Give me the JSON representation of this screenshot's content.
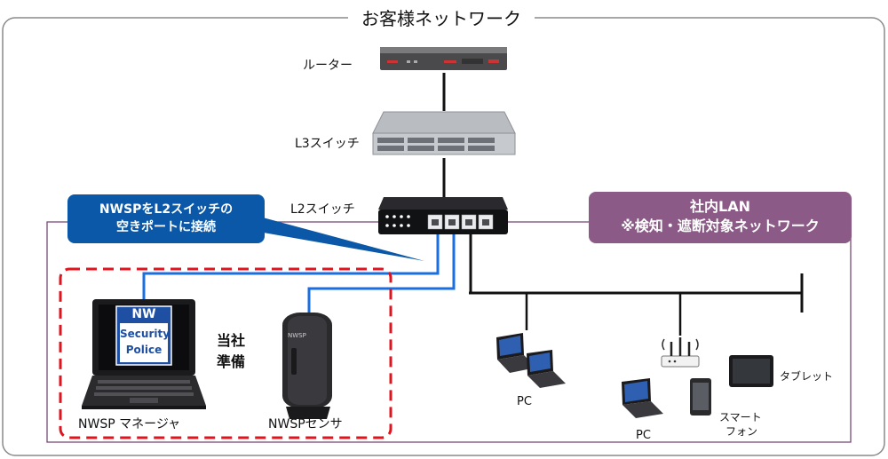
{
  "title": "お客様ネットワーク",
  "devices": {
    "router": "ルーター",
    "l3_switch": "L3スイッチ",
    "l2_switch": "L2スイッチ"
  },
  "callout_connect": {
    "line1": "NWSPをL2スイッチの",
    "line2": "空きポートに接続"
  },
  "callout_lan": {
    "line1": "社内LAN",
    "line2": "※検知・遮断対象ネットワーク"
  },
  "prepared": {
    "line1": "当社",
    "line2": "準備"
  },
  "manager_label": "NWSP マネージャ",
  "sensor_label": "NWSPセンサ",
  "screen_logo": {
    "line1": "NW",
    "line2": "Security",
    "line3": "Police"
  },
  "sensor_brand": "NWSP",
  "endpoints": {
    "pc_left": "PC",
    "pc_right": "PC",
    "smartphone_line1": "スマート",
    "smartphone_line2": "フォン",
    "tablet": "タブレット"
  },
  "colors": {
    "callout_blue": "#0b58a8",
    "callout_purple": "#8b5a86",
    "dashed_red": "#e0141e",
    "cable_blue": "#1a6fe0",
    "lan_border": "#7a4a78"
  }
}
